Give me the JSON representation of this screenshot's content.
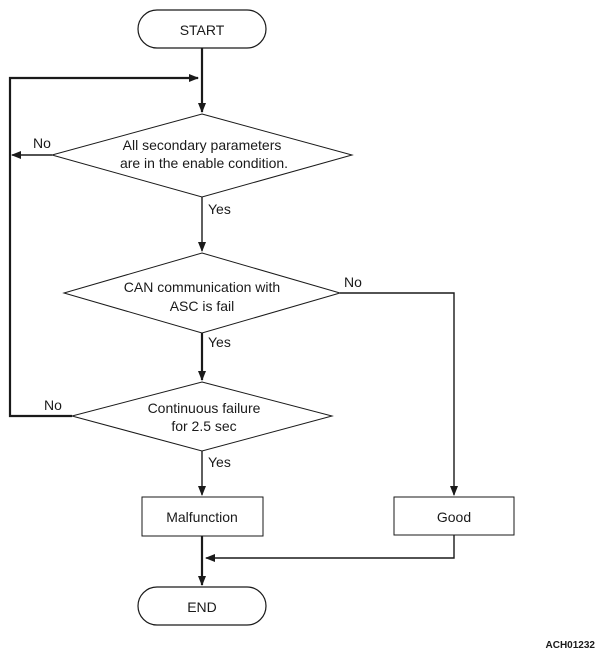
{
  "diagram": {
    "nodes": {
      "start": {
        "label": "START"
      },
      "decision_secondary": {
        "lines": [
          "All secondary parameters",
          "are in the enable condition."
        ]
      },
      "decision_can": {
        "lines": [
          "CAN communication with",
          "ASC is fail"
        ]
      },
      "decision_continuous": {
        "lines": [
          "Continuous failure",
          "for 2.5 sec"
        ]
      },
      "malfunction": {
        "label": "Malfunction"
      },
      "good": {
        "label": "Good"
      },
      "end": {
        "label": "END"
      }
    },
    "edge_labels": {
      "secondary_no": "No",
      "secondary_yes": "Yes",
      "can_no": "No",
      "can_yes": "Yes",
      "continuous_no": "No",
      "continuous_yes": "Yes"
    },
    "figure_id": "ACH01232"
  },
  "colors": {
    "line": "#1a1a1a",
    "background": "#ffffff"
  }
}
